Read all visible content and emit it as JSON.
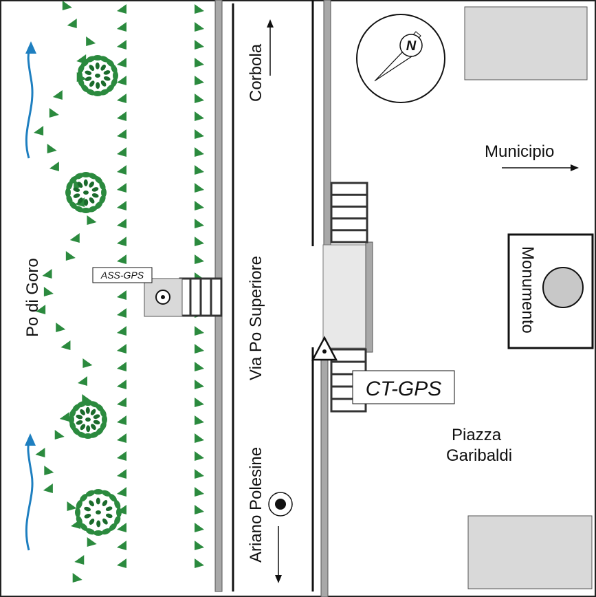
{
  "labels": {
    "river": "Po di Goro",
    "road": "Via Po Superiore",
    "north_dir": "Corbola",
    "south_dir": "Ariano Polesine",
    "east_dir": "Municipio",
    "square_line1": "Piazza",
    "square_line2": "Garibaldi",
    "monument": "Monumento",
    "ct_station": "CT-GPS",
    "ass_station": "ASS-GPS",
    "compass_letter": "N"
  },
  "colors": {
    "river_arrow": "#1e7fc0",
    "vegetation": "#2b8a3e",
    "vegetation_dark": "#1b6b2c",
    "building": "#d9d9d9",
    "wall": "#a8a8a8",
    "line": "#111111"
  },
  "icons": {
    "compass": "compass-icon",
    "survey_marker": "triangle-survey-marker-icon",
    "ass_marker": "circle-dot-icon",
    "road_marker": "circle-dot-icon",
    "tree": "tree-icon"
  }
}
